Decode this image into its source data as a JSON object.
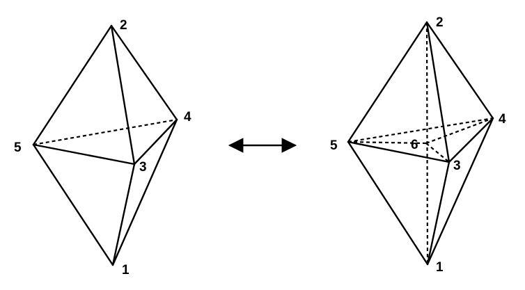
{
  "colors": {
    "stroke": "#000000",
    "background": "#ffffff"
  },
  "left_figure": {
    "vertex_labels": [
      "1",
      "2",
      "3",
      "4",
      "5"
    ]
  },
  "right_figure": {
    "vertex_labels": [
      "1",
      "2",
      "3",
      "4",
      "5",
      "6"
    ]
  },
  "arrow": {
    "icon": "double-headed-arrow-icon"
  }
}
